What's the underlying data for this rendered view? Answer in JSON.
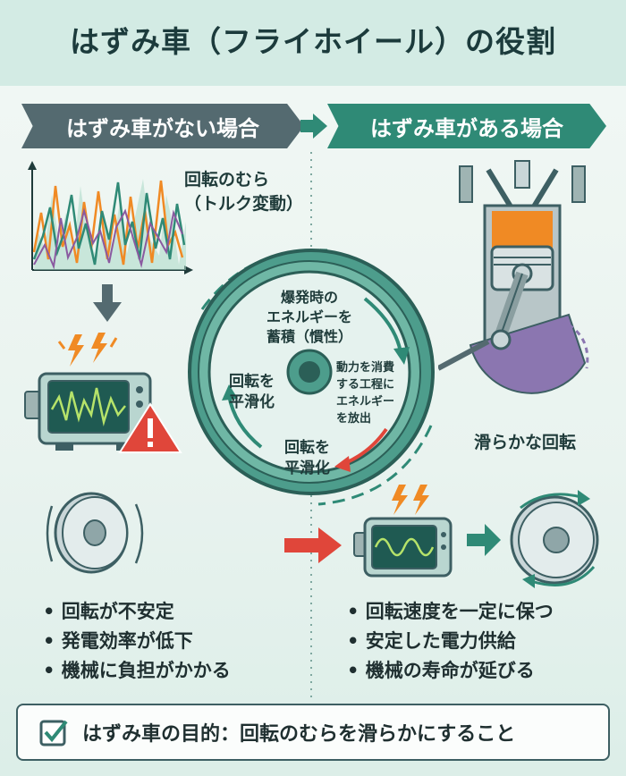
{
  "title": "はずみ車（フライホイール）の役割",
  "header": {
    "left_label": "はずみ車がない場合",
    "right_label": "はずみ車がある場合"
  },
  "left": {
    "chart_label_line1": "回転のむら",
    "chart_label_line2": "（トルク変動）",
    "bullets": [
      "回転が不安定",
      "発電効率が低下",
      "機械に負担がかかる"
    ]
  },
  "flywheel": {
    "store_line1": "爆発時の",
    "store_line2": "エネルギーを",
    "store_line3": "蓄積（慣性）",
    "release_line1": "動力を消費",
    "release_line2": "する工程に",
    "release_line3": "エネルギー",
    "release_line4": "を放出",
    "smooth_left_line1": "回転を",
    "smooth_left_line2": "平滑化",
    "smooth_bottom_line1": "回転を",
    "smooth_bottom_line2": "平滑化"
  },
  "right": {
    "engine_label": "滑らかな回転",
    "bullets": [
      "回転速度を一定に保つ",
      "安定した電力供給",
      "機械の寿命が延びる"
    ]
  },
  "purpose": "はずみ車の目的：回転のむらを滑らかにすること",
  "colors": {
    "title_bg": "#d3ebe4",
    "ribbon_left": "#546a70",
    "ribbon_right": "#2f8a76",
    "accent_orange": "#f08a24",
    "warning_red": "#e0463a",
    "teal": "#2f8a76"
  },
  "icons": [
    "lightning-icon",
    "warning-icon",
    "checkbox-icon",
    "oscilloscope-icon",
    "disc-icon",
    "piston-icon"
  ]
}
